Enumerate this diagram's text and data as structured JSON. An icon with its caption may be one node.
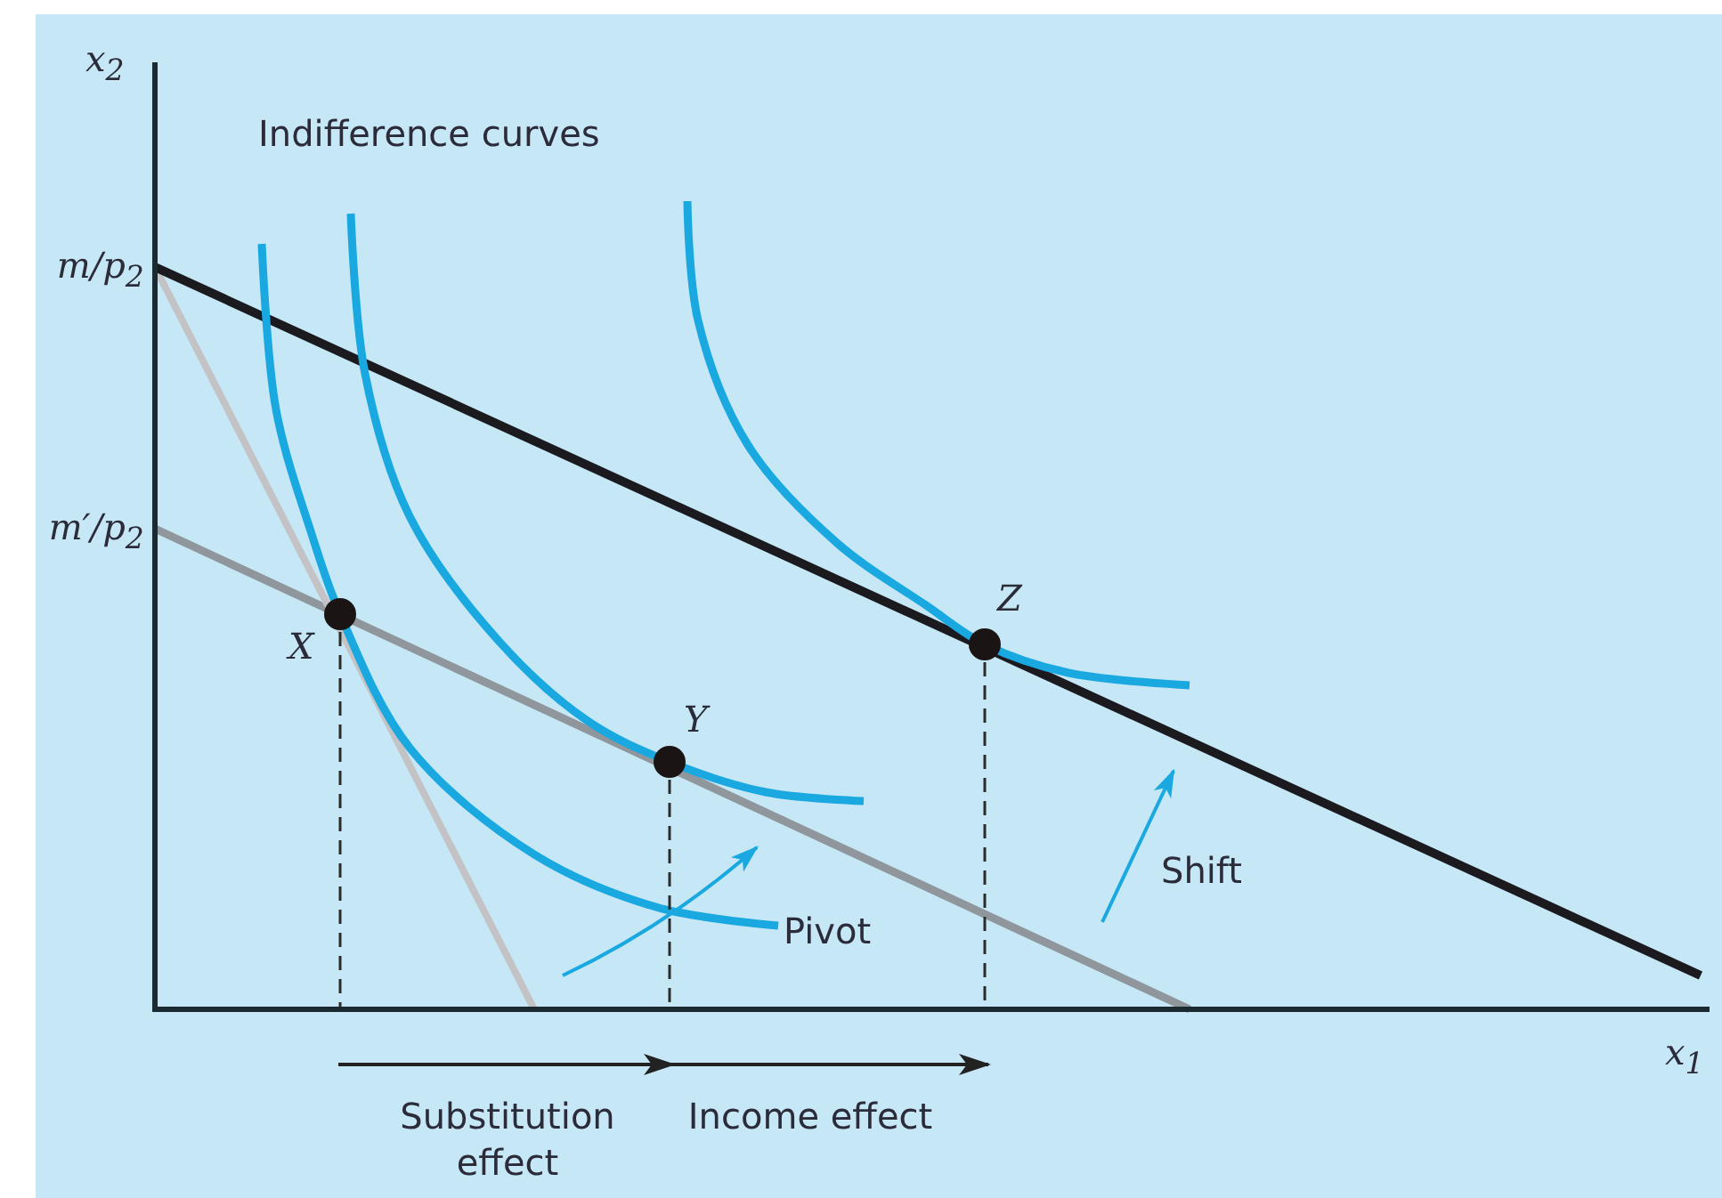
{
  "diagram": {
    "labels": [
      "x$_{2}$",
      "Indifference curves",
      "m/p$_{2}$",
      "m′/p$_{2}$",
      "Z",
      "X",
      "Y",
      "Shift",
      "Pivot",
      "x$_{1}$",
      "Substitution effect",
      "Income effect"
    ]
  }
}
